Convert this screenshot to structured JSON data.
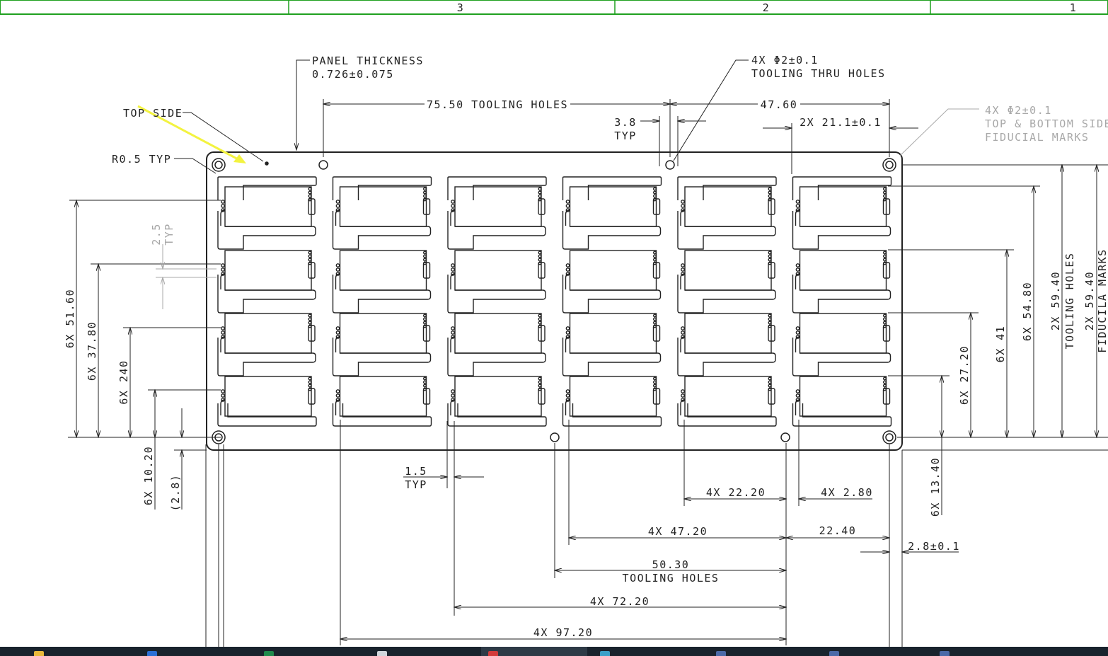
{
  "sheet": {
    "zones": [
      "3",
      "2",
      "1"
    ],
    "grid_color": "#1fa01f"
  },
  "callouts": {
    "panel_thickness": [
      "PANEL THICKNESS",
      "0.726±0.075"
    ],
    "tooling_holes_note": [
      "4X Φ2±0.1",
      "TOOLING THRU HOLES"
    ],
    "fiducial_note": [
      "4X Φ2±0.1",
      "TOP & BOTTOM SIDE",
      "FIDUCIAL MARKS"
    ],
    "top_side": "TOP SIDE",
    "corner_radius": "R0.5 TYP",
    "pitch_3_8": [
      "3.8",
      "TYP"
    ],
    "gap_2_5": [
      "2.5",
      "TYP"
    ],
    "gap_1_5": [
      "1.5",
      "TYP"
    ],
    "fiducial_offset": "2.8±0.1"
  },
  "dimensions": {
    "top": {
      "tooling_span": "75.50 TOOLING HOLES",
      "right_span": "47.60",
      "pitch": "2X 21.1±0.1"
    },
    "left": [
      "6X 51.60",
      "6X 37.80",
      "6X 240",
      "6X 10.20",
      "(2.8)"
    ],
    "right": [
      "6X 13.40",
      "6X 27.20",
      "6X 41",
      "6X 54.80",
      "2X 59.40",
      "TOOLING HOLES",
      "2X 59.40",
      "FIDUCILA MARKS"
    ],
    "bottom": {
      "d_22_20": "4X 22.20",
      "d_2_80": "4X 2.80",
      "d_47_20": "4X 47.20",
      "d_22_40": "22.40",
      "d_50_30": [
        "50.30",
        "TOOLING HOLES"
      ],
      "d_72_20": "4X 72.20",
      "d_97_20": "4X 97.20"
    }
  },
  "panel": {
    "columns": 6,
    "rows": 4
  },
  "highlight_color": "#f3f340",
  "taskbar": {
    "background": "#19232d",
    "icons": [
      "explorer-icon",
      "outlook-icon",
      "excel-icon",
      "word-icon",
      "pdf-icon",
      "browser-icon",
      "app-icon-1",
      "app-icon-2",
      "app-icon-3"
    ]
  }
}
